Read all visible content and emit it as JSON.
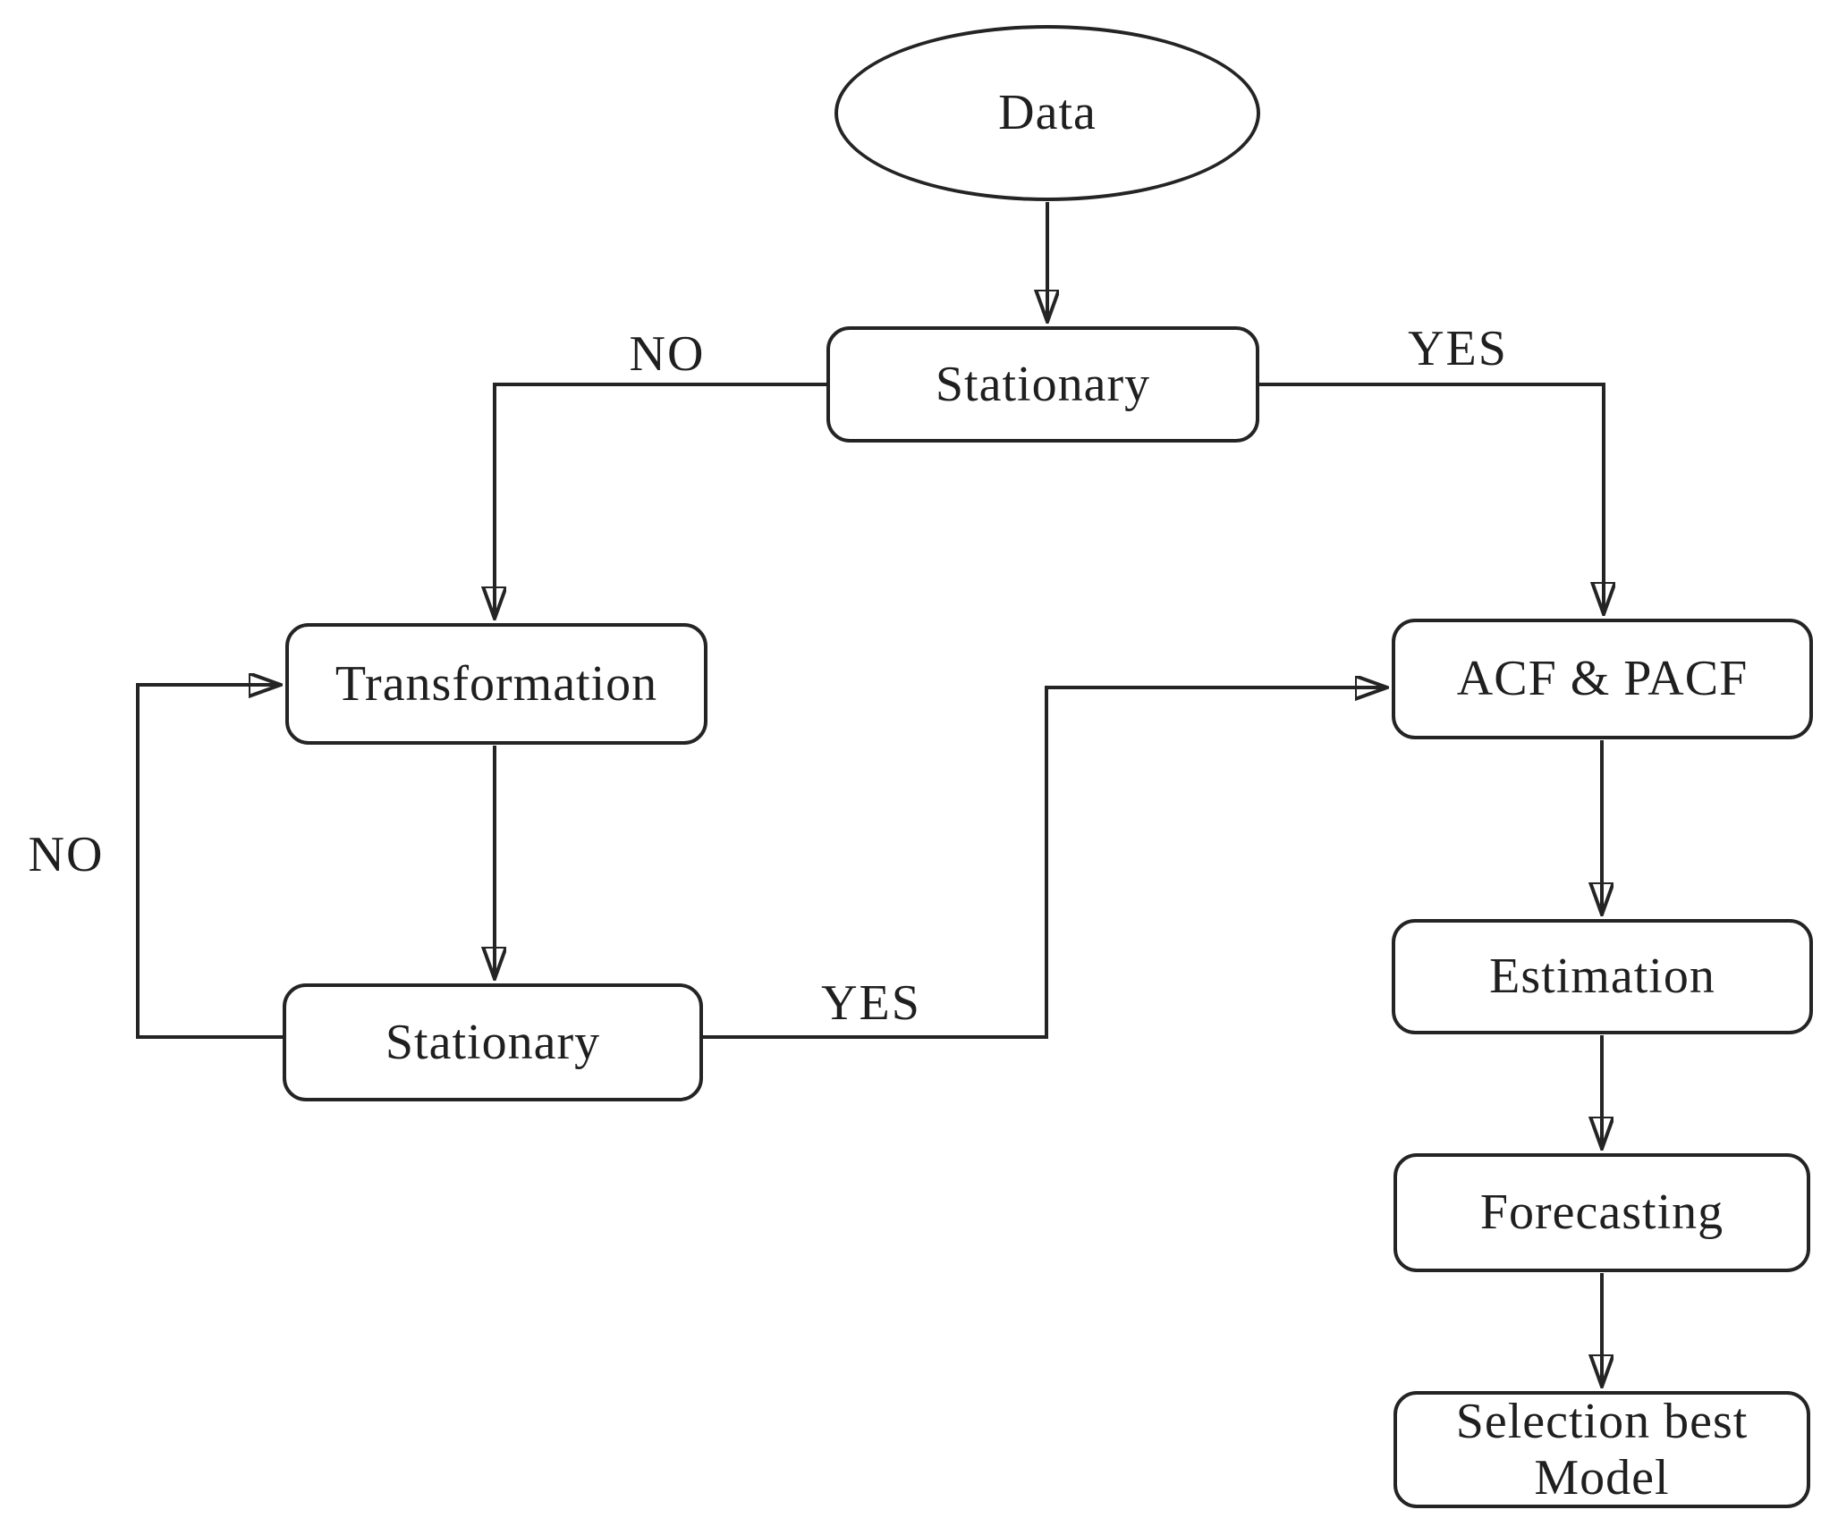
{
  "diagram": {
    "description": "Flowchart of time-series model building (stationarity check to best model selection)",
    "colors": {
      "stroke": "#242424",
      "background": "#ffffff",
      "text": "#1f1f1f"
    }
  },
  "nodes": {
    "data": {
      "label": "Data",
      "shape": "ellipse"
    },
    "stationary_1": {
      "label": "Stationary",
      "shape": "rounded-rect"
    },
    "transformation": {
      "label": "Transformation",
      "shape": "rounded-rect"
    },
    "stationary_2": {
      "label": "Stationary",
      "shape": "rounded-rect"
    },
    "acf_pacf": {
      "label": "ACF & PACF",
      "shape": "rounded-rect"
    },
    "estimation": {
      "label": "Estimation",
      "shape": "rounded-rect"
    },
    "forecasting": {
      "label": "Forecasting",
      "shape": "rounded-rect"
    },
    "selection_best_model": {
      "label": "Selection best Model",
      "shape": "rounded-rect"
    }
  },
  "edges": [
    {
      "from": "data",
      "to": "stationary_1",
      "label": ""
    },
    {
      "from": "stationary_1",
      "to": "transformation",
      "label": "NO"
    },
    {
      "from": "stationary_1",
      "to": "acf_pacf",
      "label": "YES"
    },
    {
      "from": "transformation",
      "to": "stationary_2",
      "label": ""
    },
    {
      "from": "stationary_2",
      "to": "acf_pacf",
      "label": "YES"
    },
    {
      "from": "stationary_2",
      "to": "transformation",
      "label": "NO"
    },
    {
      "from": "acf_pacf",
      "to": "estimation",
      "label": ""
    },
    {
      "from": "estimation",
      "to": "forecasting",
      "label": ""
    },
    {
      "from": "forecasting",
      "to": "selection_best_model",
      "label": ""
    }
  ]
}
